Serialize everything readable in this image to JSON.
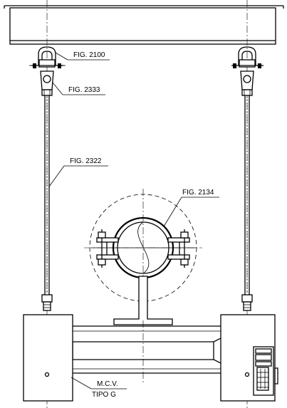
{
  "labels": {
    "fig_2100": "FIG. 2100",
    "fig_2333": "FIG. 2333",
    "fig_2322": "FIG. 2322",
    "fig_2134": "FIG. 2134",
    "mcv": "M.C.V.",
    "tipo_g": "TIPO G"
  }
}
